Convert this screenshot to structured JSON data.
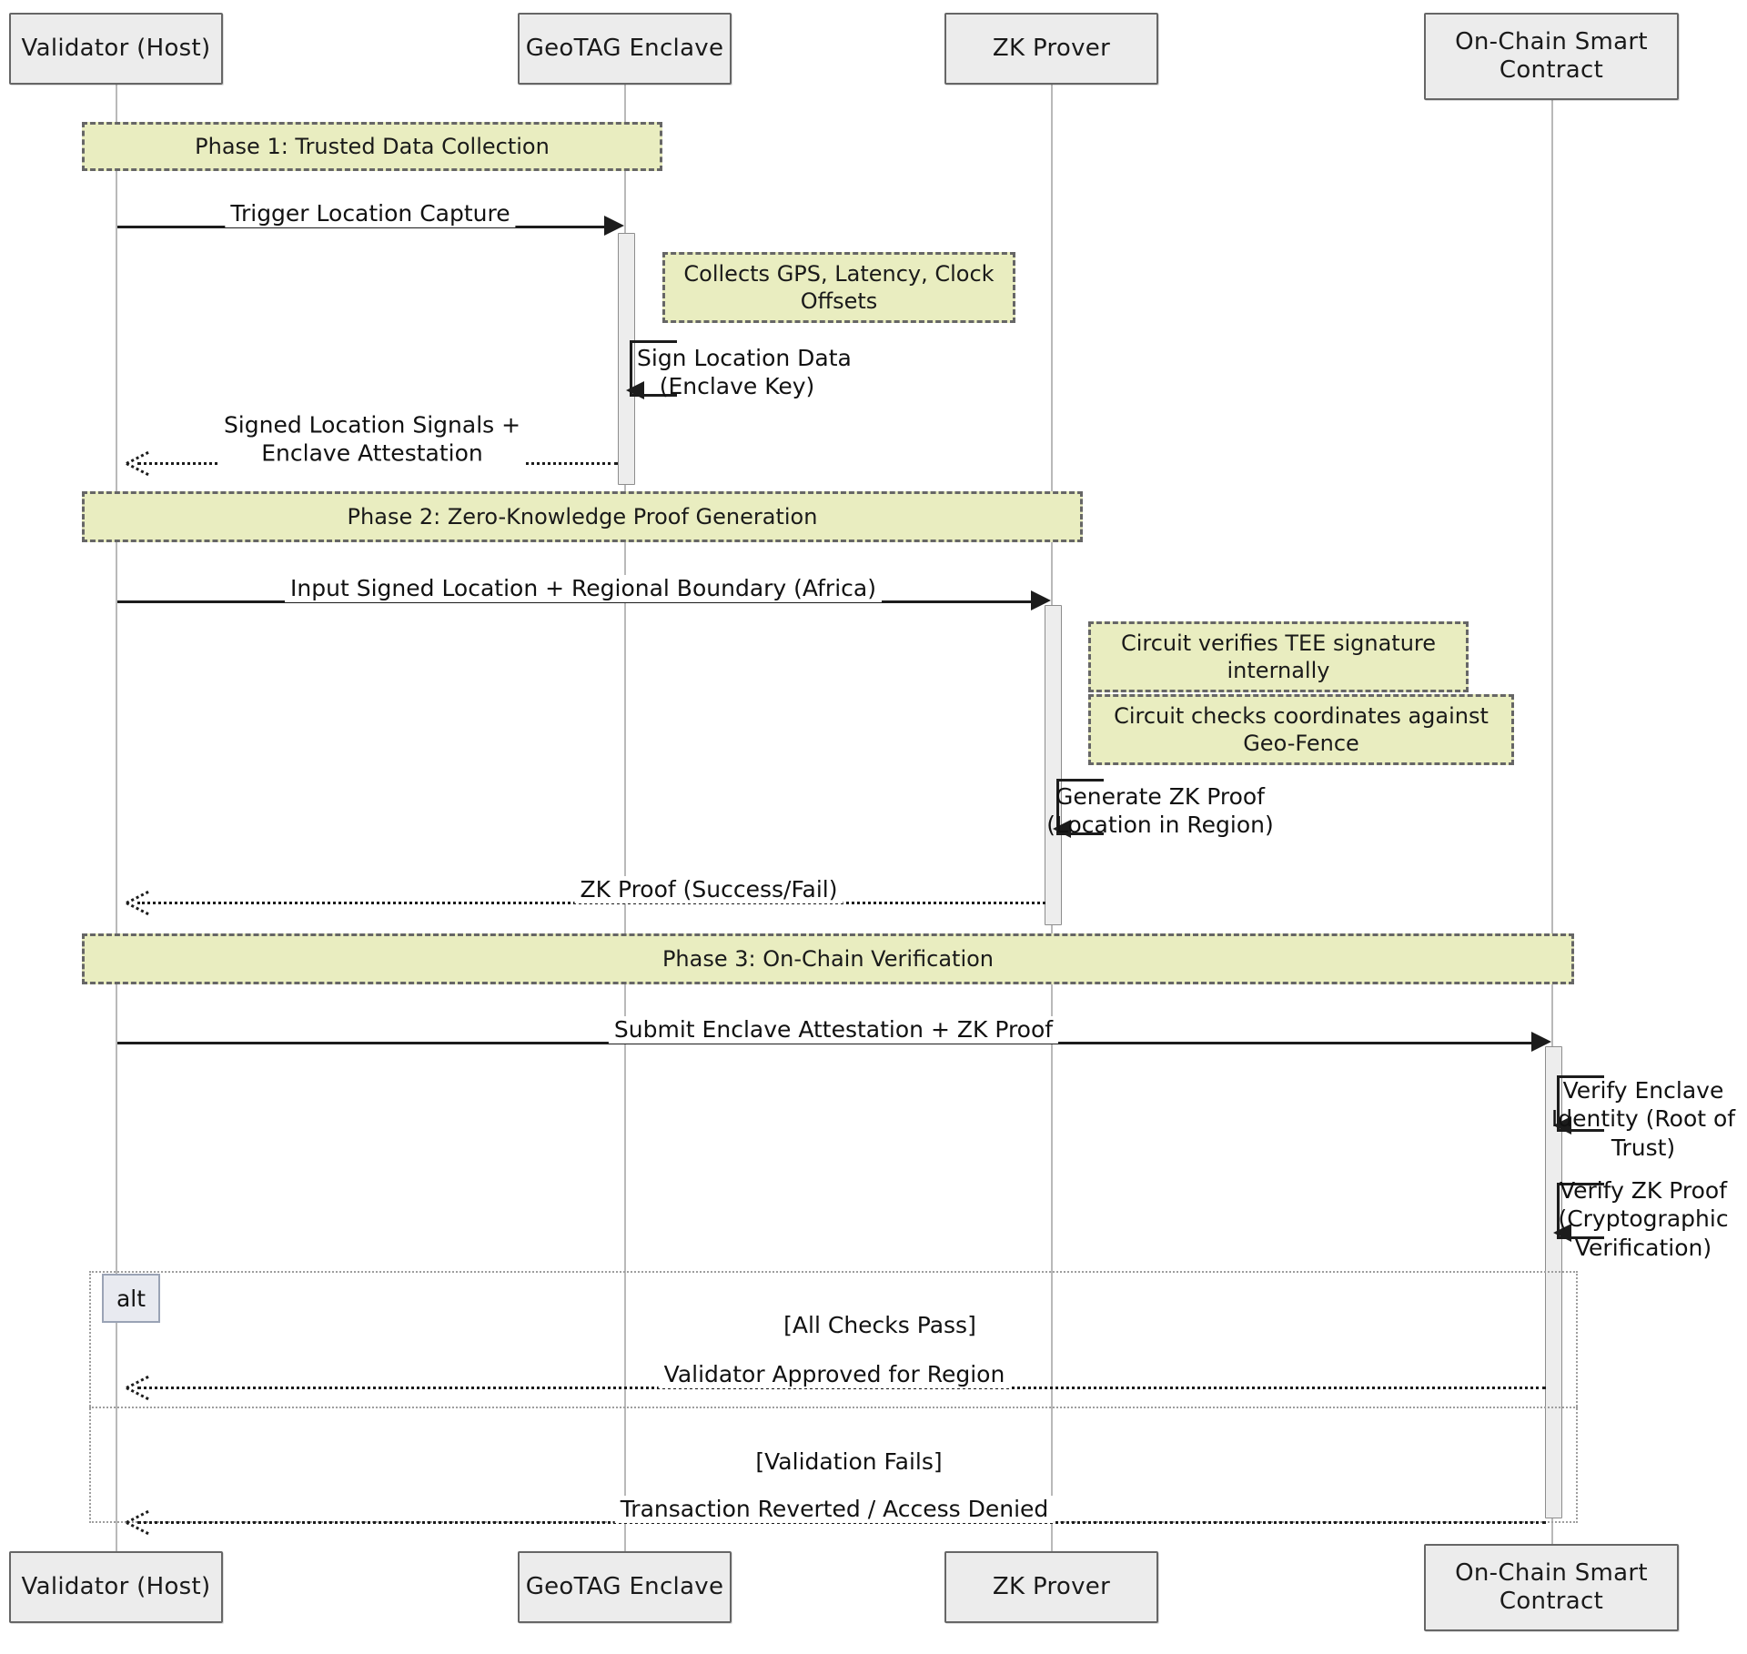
{
  "diagram": {
    "type": "sequence-diagram",
    "title": "GeoTAG Enclave Zero-Knowledge Location Verification",
    "colors": {
      "note_fill": "#e9edc0",
      "note_border": "#666666",
      "actor_fill": "#ececec",
      "actor_border": "#666666",
      "lifeline": "#b9b9b9",
      "activation_fill": "#ededed",
      "message": "#1c1c1c",
      "alt_border": "#9e9e9e",
      "alt_tag_fill": "#e8eaf0"
    }
  },
  "participants": [
    {
      "id": "validator",
      "label": "Validator (Host)"
    },
    {
      "id": "enclave",
      "label": "GeoTAG Enclave"
    },
    {
      "id": "prover",
      "label": "ZK Prover"
    },
    {
      "id": "contract",
      "label": "On-Chain Smart Contract"
    }
  ],
  "phases": [
    {
      "id": "phase1",
      "label": "Phase 1: Trusted Data Collection"
    },
    {
      "id": "phase2",
      "label": "Phase 2: Zero-Knowledge Proof Generation"
    },
    {
      "id": "phase3",
      "label": "Phase 3: On-Chain Verification"
    }
  ],
  "notes": [
    {
      "id": "note-collects",
      "label": "Collects GPS, Latency, Clock Offsets"
    },
    {
      "id": "note-circuit-tee",
      "label": "Circuit verifies TEE signature internally"
    },
    {
      "id": "note-circuit-geofence",
      "label": "Circuit checks coordinates against Geo-Fence"
    }
  ],
  "messages": [
    {
      "id": "m1",
      "from": "validator",
      "to": "enclave",
      "style": "solid",
      "label": "Trigger Location Capture"
    },
    {
      "id": "m2",
      "from": "enclave",
      "to": "enclave",
      "style": "self",
      "label_line1": "Sign Location Data",
      "label_line2": "(Enclave Key)"
    },
    {
      "id": "m3",
      "from": "enclave",
      "to": "validator",
      "style": "dotted",
      "label_line1": "Signed Location Signals +",
      "label_line2": "Enclave Attestation"
    },
    {
      "id": "m4",
      "from": "validator",
      "to": "prover",
      "style": "solid",
      "label": "Input Signed Location + Regional Boundary (Africa)"
    },
    {
      "id": "m5",
      "from": "prover",
      "to": "prover",
      "style": "self",
      "label_line1": "Generate ZK Proof",
      "label_line2": "(Location in Region)"
    },
    {
      "id": "m6",
      "from": "prover",
      "to": "validator",
      "style": "dotted",
      "label": "ZK Proof (Success/Fail)"
    },
    {
      "id": "m7",
      "from": "validator",
      "to": "contract",
      "style": "solid",
      "label": "Submit Enclave Attestation + ZK Proof"
    },
    {
      "id": "m8",
      "from": "contract",
      "to": "contract",
      "style": "self",
      "label_line1": "Verify Enclave",
      "label_line2": "Identity (Root of",
      "label_line3": "Trust)"
    },
    {
      "id": "m9",
      "from": "contract",
      "to": "contract",
      "style": "self",
      "label_line1": "Verify ZK Proof",
      "label_line2": "(Cryptographic",
      "label_line3": "Verification)"
    },
    {
      "id": "m10",
      "from": "contract",
      "to": "validator",
      "style": "dotted",
      "label": "Validator Approved for Region"
    },
    {
      "id": "m11",
      "from": "contract",
      "to": "validator",
      "style": "dotted",
      "label": "Transaction Reverted / Access Denied"
    }
  ],
  "alt_fragment": {
    "tag": "alt",
    "branches": [
      {
        "id": "branch-pass",
        "condition": "[All Checks Pass]"
      },
      {
        "id": "branch-fail",
        "condition": "[Validation Fails]"
      }
    ]
  }
}
